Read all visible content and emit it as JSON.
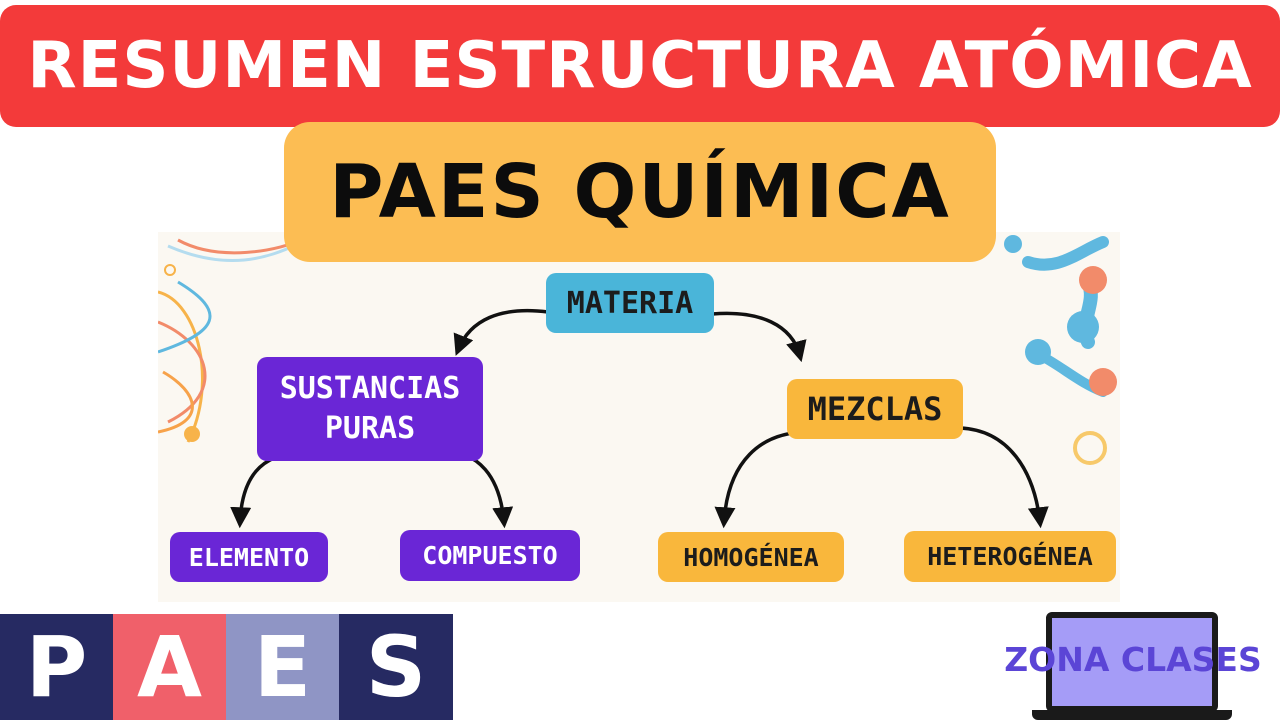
{
  "title": "RESUMEN ESTRUCTURA ATÓMICA",
  "subtitle": "PAES QUÍMICA",
  "concept_map": {
    "root": "MATERIA",
    "branch_left": "SUSTANCIAS PURAS",
    "branch_left_line1": "SUSTANCIAS",
    "branch_left_line2": "PURAS",
    "branch_right": "MEZCLAS",
    "leaf_1": "ELEMENTO",
    "leaf_2": "COMPUESTO",
    "leaf_3": "HOMOGÉNEA",
    "leaf_4": "HETEROGÉNEA"
  },
  "paes_logo": {
    "letters": [
      "P",
      "A",
      "E",
      "S"
    ],
    "colors": [
      "#262a62",
      "#f0606a",
      "#8f95c5",
      "#262a62"
    ]
  },
  "zona_logo": {
    "text": "ZONA CLASES"
  },
  "colors": {
    "banner": "#f33a3a",
    "subtitle_pill": "#fcbd53",
    "node_purple": "#6a26d6",
    "node_blue": "#4ab5d9",
    "node_yellow": "#f9b73c"
  }
}
